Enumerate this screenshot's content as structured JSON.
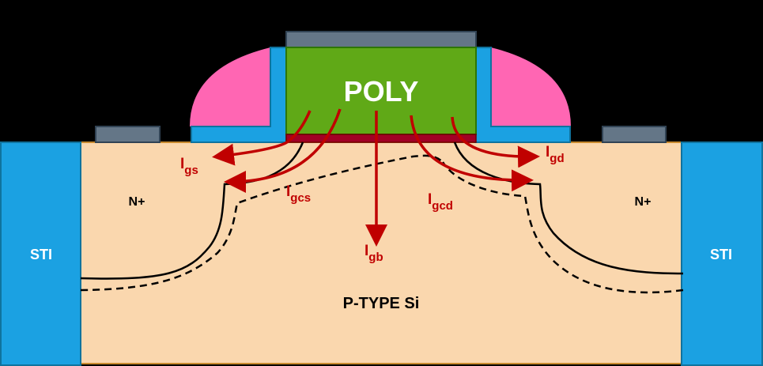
{
  "colors": {
    "background": "#000000",
    "substrate": "#FAD7AE",
    "sti": "#1BA1E2",
    "poly": "#60A917",
    "gate_oxide": "#A20025",
    "spacer": "#FF66B3",
    "liner": "#1BA1E2",
    "contact": "#647687",
    "current_arrow": "#C00000",
    "text": "#000000",
    "poly_text": "#FFFFFF"
  },
  "labels": {
    "poly": "POLY",
    "substrate": "P-TYPE Si",
    "sti_left": "STI",
    "sti_right": "STI",
    "n_plus_left": "N+",
    "n_plus_right": "N+"
  },
  "currents": {
    "gs": {
      "main": "I",
      "sub": "gs"
    },
    "gcs": {
      "main": "I",
      "sub": "gcs"
    },
    "gb": {
      "main": "I",
      "sub": "gb"
    },
    "gcd": {
      "main": "I",
      "sub": "gcd"
    },
    "gd": {
      "main": "I",
      "sub": "gd"
    }
  }
}
